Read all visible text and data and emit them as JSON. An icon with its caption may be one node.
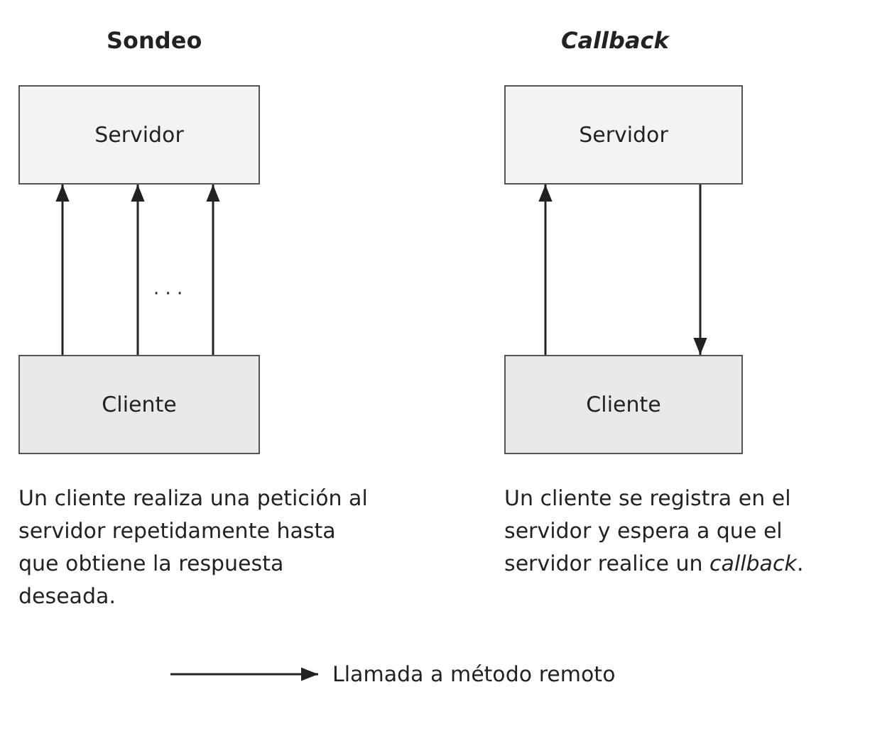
{
  "diagram": {
    "nodes": [
      {
        "text": [
          "Servidor"
        ]
      },
      {
        "text": [
          "Cliente"
        ]
      },
      {
        "text": [
          "Servidor"
        ]
      },
      {
        "text": [
          "Cliente"
        ]
      }
    ],
    "edges": [
      {
        "from": 1,
        "to": 0,
        "arrow": "to"
      },
      {
        "from": 1,
        "to": 0,
        "arrow": "to"
      },
      {
        "from": 1,
        "to": 0,
        "arrow": "to"
      },
      {
        "from": 3,
        "to": 2,
        "arrow": "to"
      },
      {
        "from": 2,
        "to": 3,
        "arrow": "to"
      }
    ],
    "labels": [
      "Sondeo",
      "Callback",
      "· · ·",
      "Un cliente realiza una petición al servidor repetidamente hasta que obtiene la respuesta deseada.",
      "Un cliente se registra en el servidor y espera a que el servidor realice un *callback*."
    ],
    "legend": [
      {
        "text": "Llamada a método remoto"
      }
    ]
  }
}
